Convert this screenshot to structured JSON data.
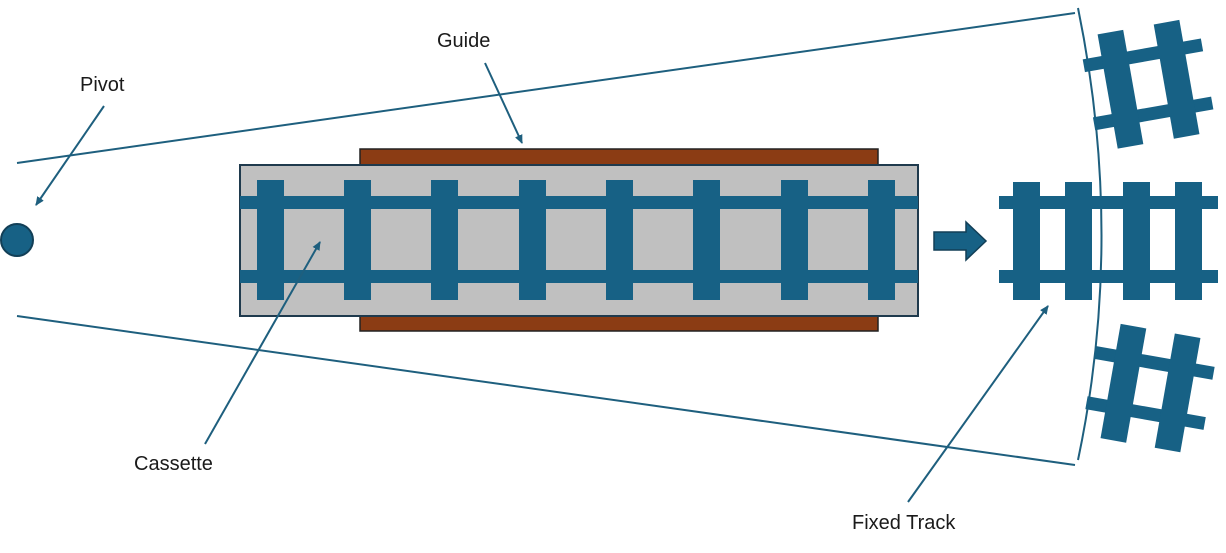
{
  "labels": {
    "pivot": "Pivot",
    "guide": "Guide",
    "cassette": "Cassette",
    "fixed_track": "Fixed Track"
  },
  "colors": {
    "track": "#176185",
    "cassette_fill": "#c0c0c0",
    "cassette_border": "#1f3a4d",
    "guide": "#8b3c14",
    "line": "#1e5f7e",
    "pivot": "#176185",
    "text": "#1a1a1a"
  },
  "icons": {
    "motion_arrow": "right-arrow-icon",
    "pivot": "pivot-circle-icon"
  }
}
